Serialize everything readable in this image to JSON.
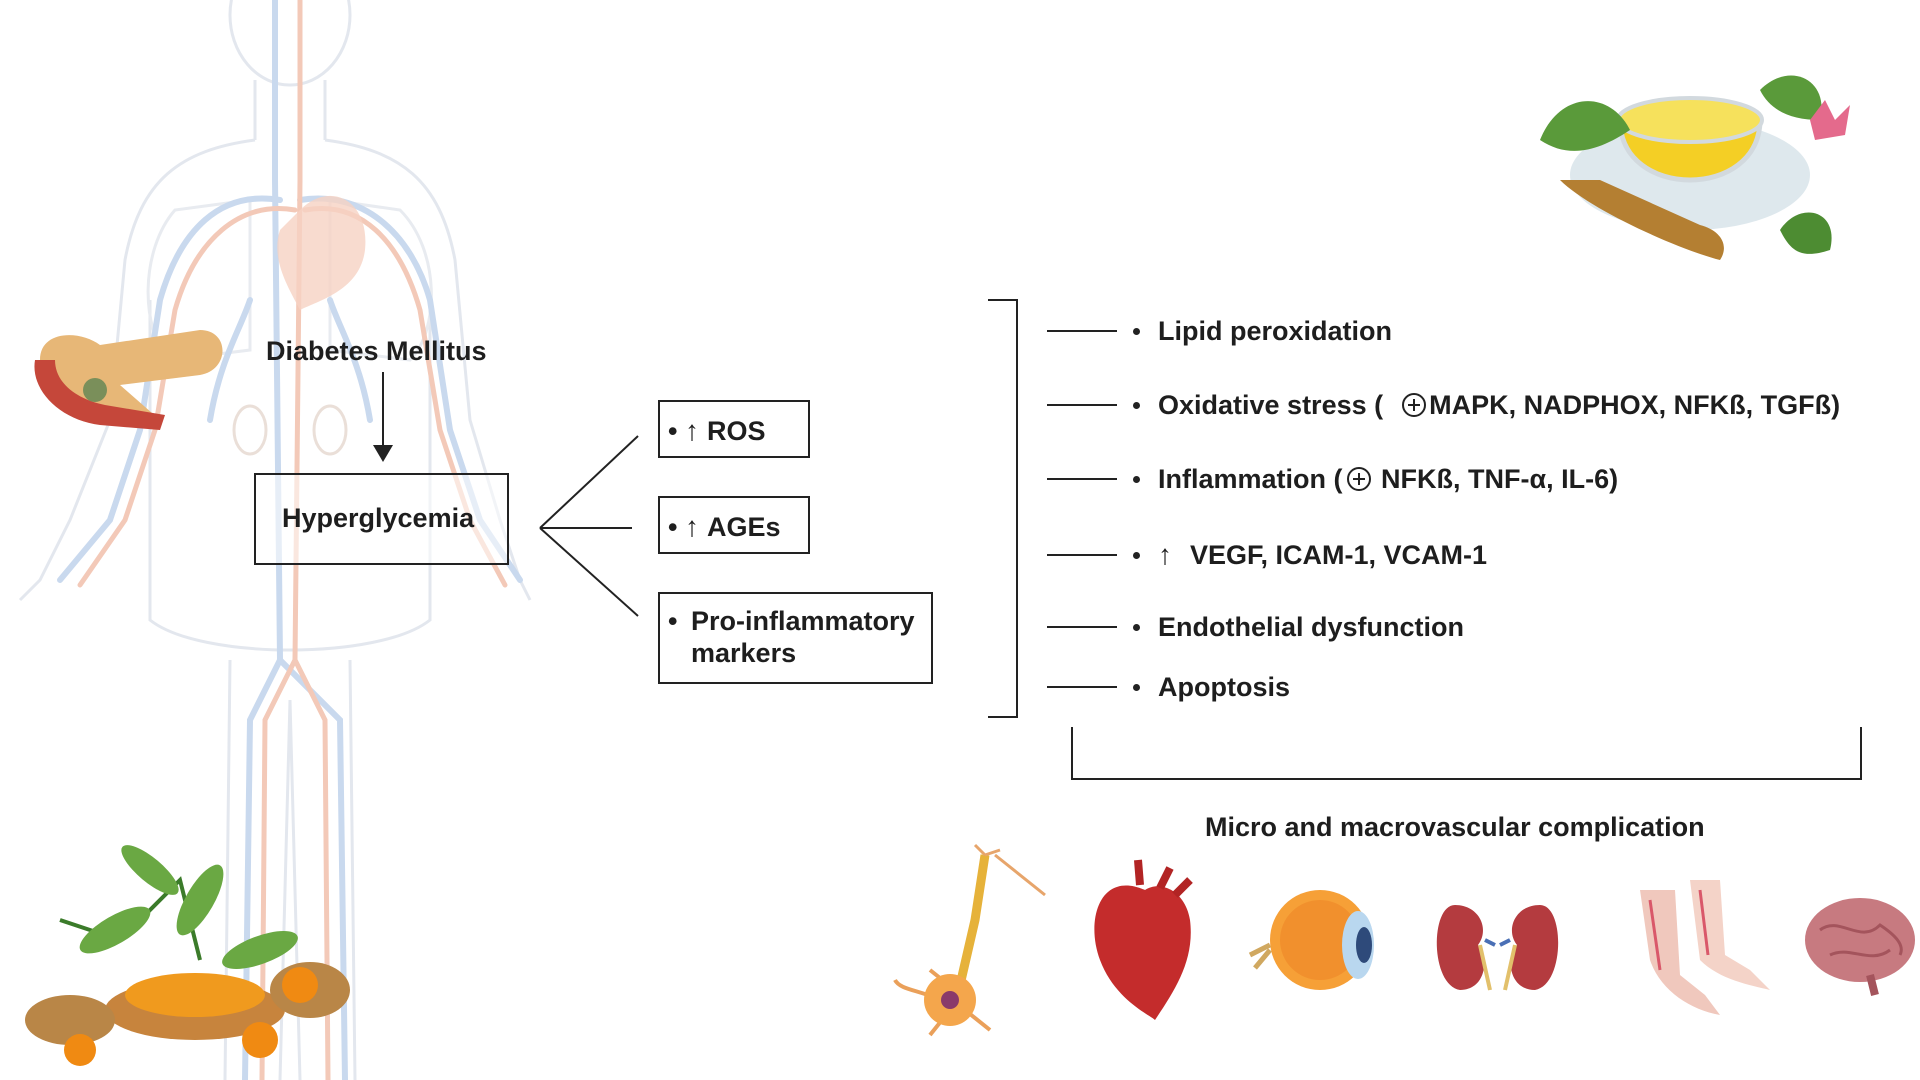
{
  "left": {
    "disease_label": "Diabetes Mellitus",
    "condition_label": "Hyperglycemia"
  },
  "mediators": [
    {
      "label": "ROS",
      "arrow": "↑"
    },
    {
      "label": "AGEs",
      "arrow": "↑"
    },
    {
      "label": "Pro-inflammatory markers",
      "line1": "Pro-inflammatory",
      "line2": "markers"
    }
  ],
  "effects": [
    {
      "pre": "Lipid peroxidation",
      "activated": "",
      "post": ""
    },
    {
      "pre": "Oxidative stress (  ",
      "activated": "+",
      "post": "MAPK, NADPHOX, NFKß, TGFß)"
    },
    {
      "pre": "Inflammation (",
      "activated": "+",
      "post": " NFKß, TNF-α, IL-6)"
    },
    {
      "pre": "VEGF, ICAM-1, VCAM-1",
      "arrow": "↑"
    },
    {
      "pre": "Endothelial dysfunction"
    },
    {
      "pre": "Apoptosis"
    }
  ],
  "outcome_label": "Micro and macrovascular complication",
  "icons": [
    "pancreas-icon",
    "herbal-tea-icon",
    "turmeric-neem-icon",
    "neuron-icon",
    "heart-icon",
    "eye-icon",
    "kidneys-icon",
    "foot-icon",
    "brain-icon"
  ],
  "colors": {
    "line": "#222222",
    "artery": "#f3c9b8",
    "vein": "#c9d9ee",
    "body_outline": "#e5e9ef"
  }
}
